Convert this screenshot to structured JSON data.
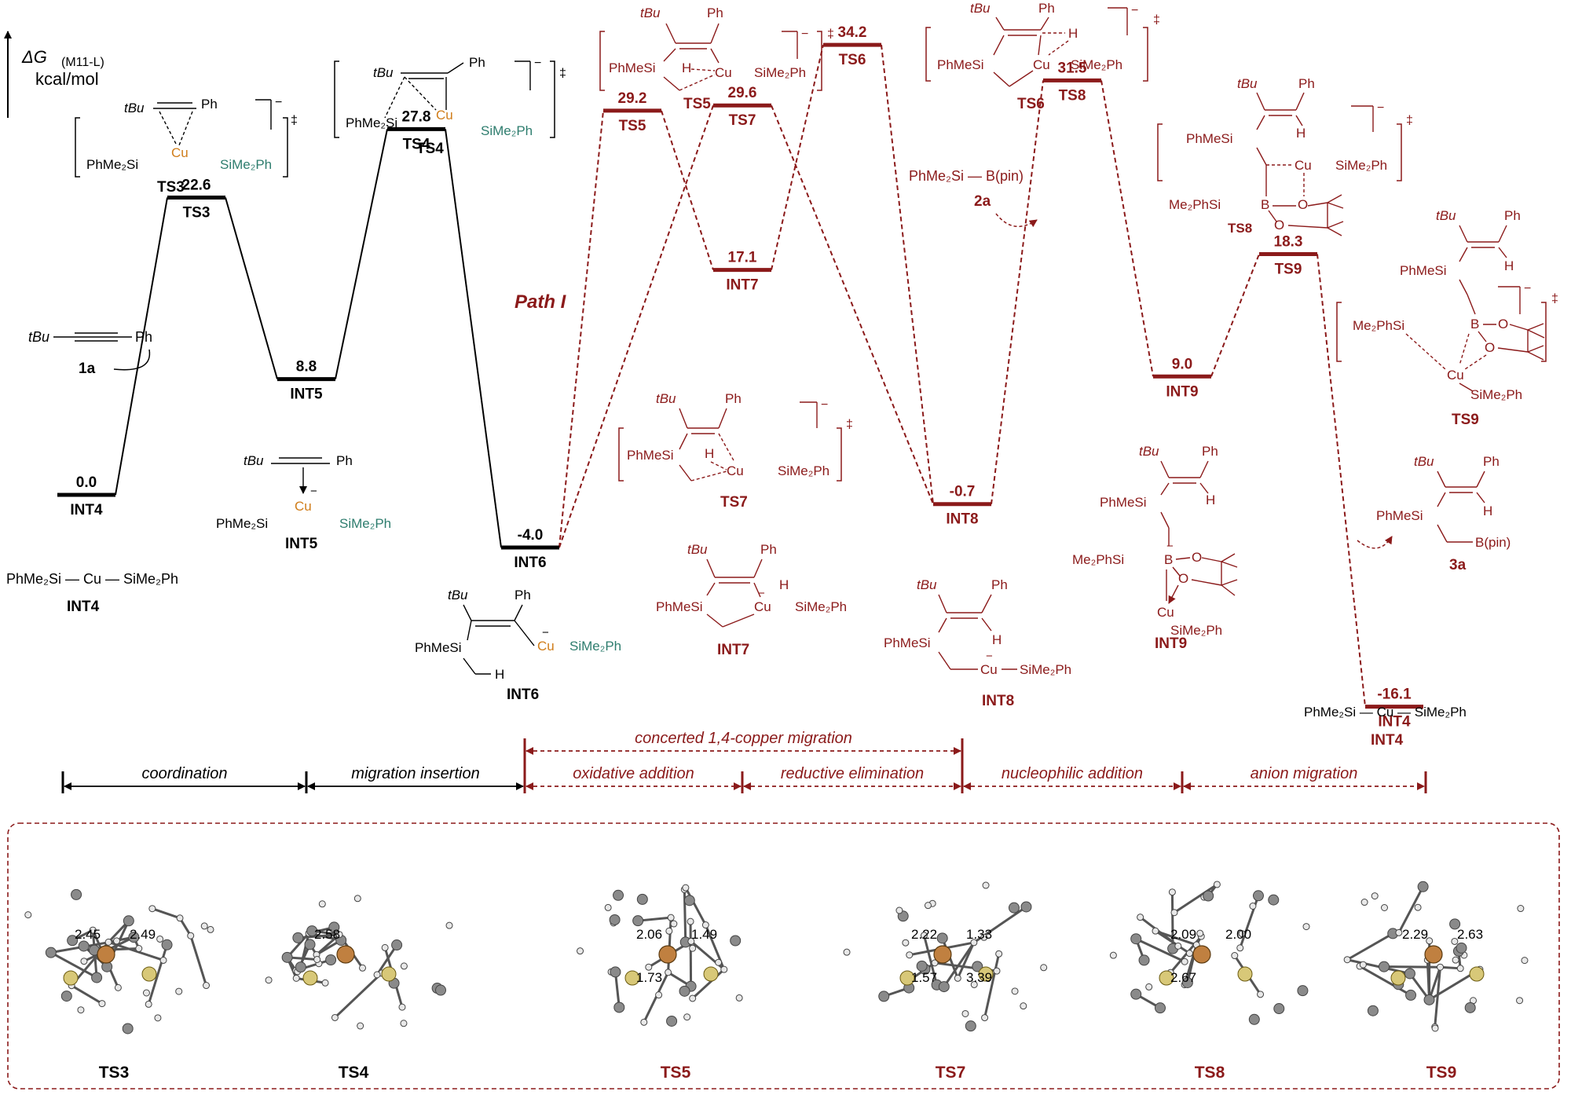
{
  "axis": {
    "symbol": "ΔG",
    "subscript": "(M11-L)",
    "unit": "kcal/mol"
  },
  "colors": {
    "black": "#000000",
    "red": "#8b1a1a",
    "si": "#2e7d6e",
    "cu": "#d07d1a"
  },
  "pathLabel": "Path I",
  "states": [
    {
      "id": "INT4",
      "value": "0.0",
      "g": 0.0,
      "path": "black"
    },
    {
      "id": "TS3",
      "value": "22.6",
      "g": 22.6,
      "path": "black"
    },
    {
      "id": "INT5",
      "value": "8.8",
      "g": 8.8,
      "path": "black"
    },
    {
      "id": "TS4",
      "value": "27.8",
      "g": 27.8,
      "path": "black"
    },
    {
      "id": "INT6",
      "value": "-4.0",
      "g": -4.0,
      "path": "black"
    },
    {
      "id": "TS5",
      "value": "29.2",
      "g": 29.2,
      "path": "red"
    },
    {
      "id": "TS7",
      "value": "29.6",
      "g": 29.6,
      "path": "red"
    },
    {
      "id": "INT7",
      "value": "17.1",
      "g": 17.1,
      "path": "red"
    },
    {
      "id": "TS6",
      "value": "34.2",
      "g": 34.2,
      "path": "red"
    },
    {
      "id": "INT8",
      "value": "-0.7",
      "g": -0.7,
      "path": "red"
    },
    {
      "id": "TS8",
      "value": "31.5",
      "g": 31.5,
      "path": "red"
    },
    {
      "id": "INT9",
      "value": "9.0",
      "g": 9.0,
      "path": "red"
    },
    {
      "id": "TS9",
      "value": "18.3",
      "g": 18.3,
      "path": "red"
    },
    {
      "id": "INT4",
      "value": "-16.1",
      "g": -16.1,
      "path": "red"
    }
  ],
  "structures": {
    "INT4_formula": "PhMe₂Si — Cu — SiMe₂Ph",
    "INT4_label": "INT4",
    "INT4b_formula": "PhMe₂Si — Cu — SiMe₂Ph",
    "INT4b_label": "INT4",
    "r1a": "tBu",
    "r1a_ph": "Ph",
    "r1a_label": "1a",
    "r2a": "PhMe₂Si — B(pin)",
    "r2a_label": "2a",
    "p3a_label": "3a",
    "p3a_bpin": "B(pin)",
    "TS3_label": "TS3",
    "TS4_label": "TS4",
    "TS5_label": "TS5",
    "TS6_label": "TS6",
    "TS7_label": "TS7",
    "TS8_label": "TS8",
    "TS9_label": "TS9",
    "INT5_label": "INT5",
    "INT6_label": "INT6",
    "INT7_label": "INT7",
    "INT8_label": "INT8",
    "INT9_label": "INT9",
    "tBu": "tBu",
    "Ph": "Ph",
    "H": "H",
    "Cu": "Cu",
    "PhMe2Si": "PhMe₂Si",
    "SiMe2Ph": "SiMe₂Ph",
    "PhMeSi": "PhMeSi",
    "Me2PhSi": "Me₂PhSi",
    "B": "B",
    "O": "O",
    "charge": "−",
    "dagger": "‡"
  },
  "stages": [
    {
      "label": "coordination"
    },
    {
      "label": "migration insertion"
    },
    {
      "label": "concerted 1,4-copper migration"
    },
    {
      "label": "oxidative addition"
    },
    {
      "label": "reductive elimination"
    },
    {
      "label": "nucleophilic addition"
    },
    {
      "label": "anion migration"
    }
  ],
  "geometries": [
    {
      "label": "TS3",
      "color": "black",
      "distances": [
        "2.45",
        "2.49"
      ]
    },
    {
      "label": "TS4",
      "color": "black",
      "distances": [
        "2.58"
      ]
    },
    {
      "label": "TS5",
      "color": "red",
      "distances": [
        "2.06",
        "1.49",
        "1.73"
      ]
    },
    {
      "label": "TS7",
      "color": "red",
      "distances": [
        "2.22",
        "1.33",
        "1.57",
        "3.39"
      ]
    },
    {
      "label": "TS8",
      "color": "red",
      "distances": [
        "2.09",
        "2.00",
        "2.67"
      ]
    },
    {
      "label": "TS9",
      "color": "red",
      "distances": [
        "2.29",
        "2.63"
      ]
    }
  ]
}
